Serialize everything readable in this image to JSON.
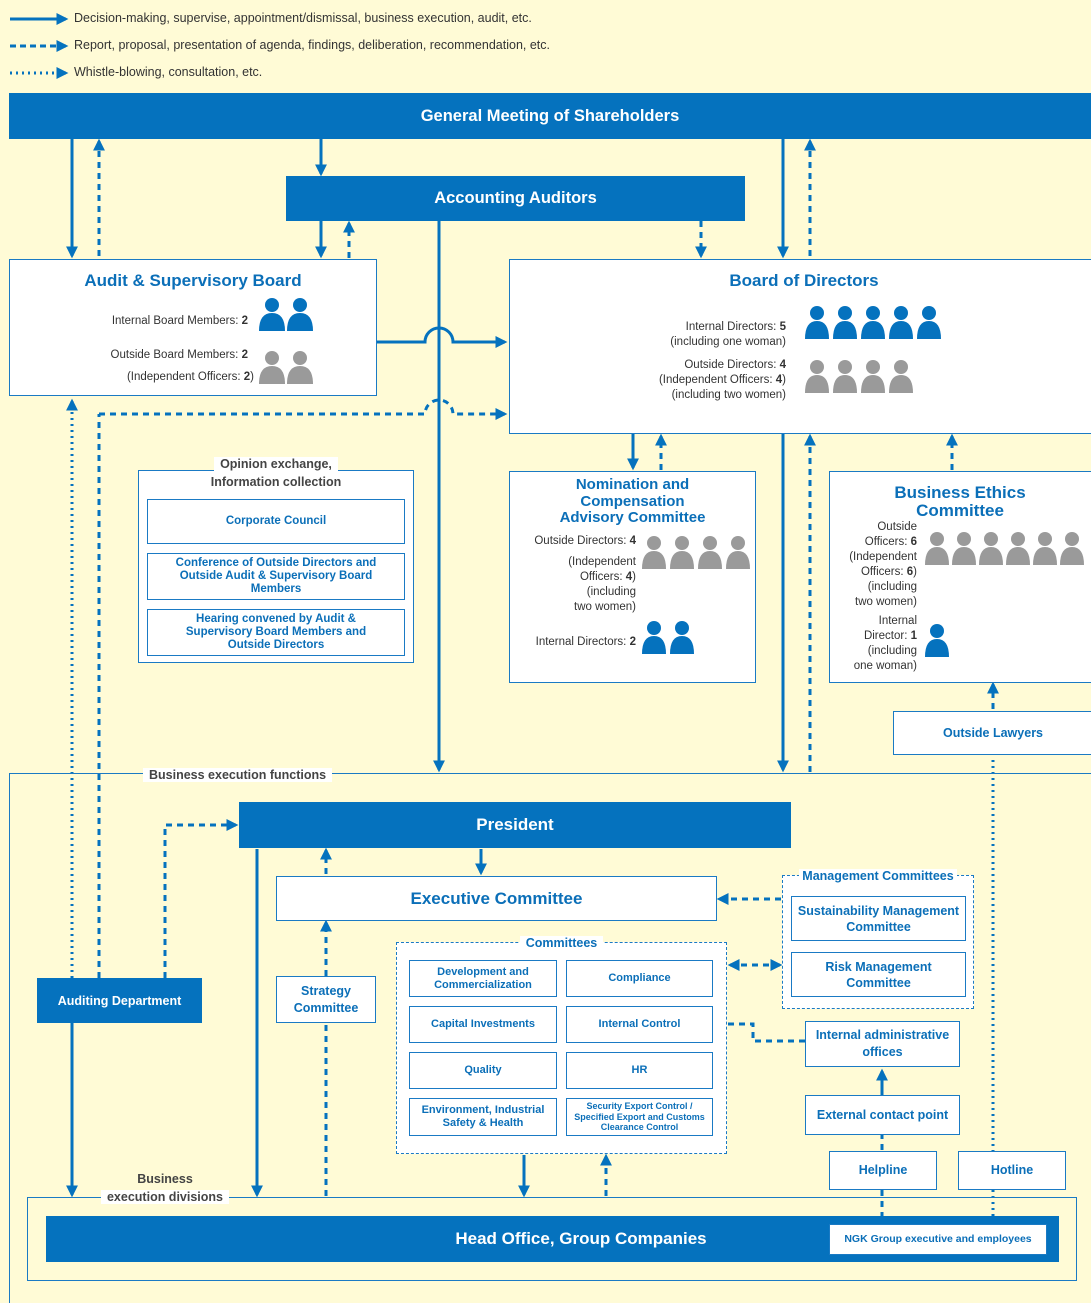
{
  "legend": [
    {
      "style": "solid",
      "text": "Decision-making, supervise, appointment/dismissal, business execution, audit, etc."
    },
    {
      "style": "dashed",
      "text": "Report, proposal, presentation of agenda, findings, deliberation, recommendation, etc."
    },
    {
      "style": "dotted",
      "text": "Whistle-blowing, consultation, etc."
    }
  ],
  "shareholders": "General Meeting of Shareholders",
  "auditors": "Accounting Auditors",
  "audit_board": {
    "title": "Audit & Supervisory Board",
    "internal_label": "Internal Board Members:",
    "internal_count": "2",
    "outside_label": "Outside Board Members:",
    "outside_count": "2",
    "independent_open": "(Independent Officers:",
    "independent_count": "2",
    "independent_close": ")"
  },
  "board": {
    "title": "Board of Directors",
    "internal_label": "Internal Directors:",
    "internal_count": "5",
    "internal_note": "(including one woman)",
    "outside_label": "Outside Directors:",
    "outside_count": "4",
    "independent_open": "(Independent Officers:",
    "independent_count": "4",
    "independent_close": ")",
    "outside_note": "(including two women)"
  },
  "opinion": {
    "title_l1": "Opinion exchange,",
    "title_l2": "Information collection",
    "items": [
      "Corporate Council",
      "Conference of Outside Directors and Outside Audit & Supervisory Board Members",
      "Hearing convened by Audit & Supervisory Board Members and Outside Directors"
    ]
  },
  "nomination": {
    "title_l1": "Nomination and",
    "title_l2": "Compensation",
    "title_l3": "Advisory Committee",
    "outside_label": "Outside Directors:",
    "outside_count": "4",
    "indep_l1": "(Independent",
    "indep_l2_open": "Officers:",
    "indep_count": "4",
    "indep_l2_close": ")",
    "women_l1": "(including",
    "women_l2": "two women)",
    "internal_label": "Internal Directors:",
    "internal_count": "2"
  },
  "ethics": {
    "title_l1": "Business Ethics",
    "title_l2": "Committee",
    "outside_l1": "Outside",
    "outside_l2": "Officers:",
    "outside_count": "6",
    "indep_l1": "(Independent",
    "indep_l2_open": "Officers:",
    "indep_count": "6",
    "indep_l2_close": ")",
    "women_l1": "(including",
    "women_l2": "two women)",
    "internal_l1": "Internal",
    "internal_l2": "Director:",
    "internal_count": "1",
    "woman_l1": "(including",
    "woman_l2": "one woman)"
  },
  "outside_lawyers": "Outside Lawyers",
  "business_functions": "Business execution functions",
  "president": "President",
  "executive_committee": "Executive Committee",
  "management_committees": {
    "title": "Management Committees",
    "items": [
      "Sustainability Management Committee",
      "Risk Management Committee"
    ]
  },
  "committees": {
    "title": "Committees",
    "items": [
      "Development and Commercialization",
      "Compliance",
      "Capital Investments",
      "Internal Control",
      "Quality",
      "HR",
      "Environment, Industrial Safety & Health",
      "Security Export Control / Specified Export and Customs Clearance Control"
    ]
  },
  "auditing_department": "Auditing Department",
  "strategy_committee": "Strategy Committee",
  "internal_admin": "Internal administrative offices",
  "external_contact": "External contact point",
  "helpline": "Helpline",
  "hotline": "Hotline",
  "business_divisions_l1": "Business",
  "business_divisions_l2": "execution divisions",
  "head_office": "Head Office, Group Companies",
  "employees": "NGK Group executive and employees",
  "colors": {
    "primary": "#0572be",
    "frame": "#1a7ac4",
    "person_gray": "#9a9a9a",
    "background": "#fffbd6"
  }
}
